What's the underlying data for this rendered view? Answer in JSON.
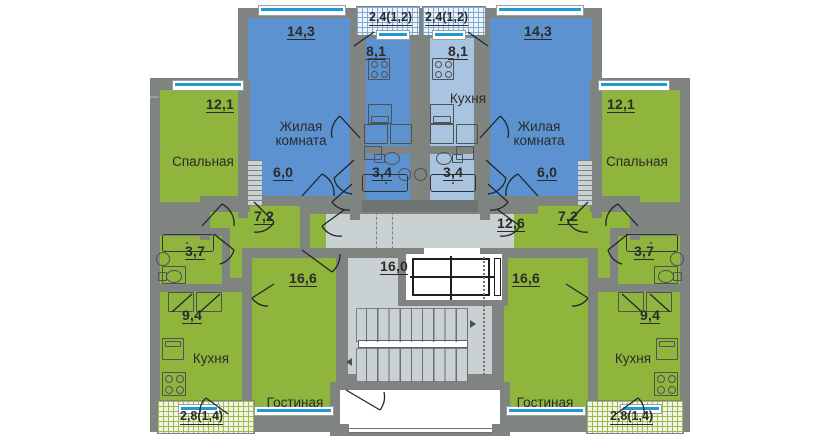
{
  "plan": {
    "title": "Floor plan",
    "colors": {
      "living_blue": "#5b92cf",
      "kitchen_blue_light": "#a8c4e0",
      "bedroom_green": "#8fb53c",
      "corridor_gray": "#c9d1d3",
      "wall_gray": "#808481",
      "window_blue": "#1f9ad6"
    },
    "room_names": {
      "living": "Жилая\nкомната",
      "living_line1": "Жилая",
      "living_line2": "комната",
      "bedroom": "Спальная",
      "kitchen": "Кухня",
      "lounge": "Гостиная"
    },
    "apartments": {
      "top_left": {
        "type": "2-room",
        "rooms": [
          {
            "name": "Жилая комната",
            "area": "14,3"
          },
          {
            "name": "",
            "area": "6,0"
          },
          {
            "name": "Спальная",
            "area": "12,1"
          },
          {
            "name": "",
            "area": "8,1"
          },
          {
            "name": "",
            "area": "3,4"
          },
          {
            "name": "",
            "area": "7,2"
          },
          {
            "name": "",
            "area": "2,4(1,2)"
          }
        ]
      },
      "top_right": {
        "type": "2-room",
        "rooms": [
          {
            "name": "Жилая комната",
            "area": "14,3"
          },
          {
            "name": "",
            "area": "6,0"
          },
          {
            "name": "Спальная",
            "area": "12,1"
          },
          {
            "name": "Кухня",
            "area": "8,1"
          },
          {
            "name": "",
            "area": "3,4"
          },
          {
            "name": "",
            "area": "7,2"
          },
          {
            "name": "",
            "area": "2,4(1,2)"
          }
        ]
      },
      "bottom_left": {
        "type": "2-room",
        "rooms": [
          {
            "name": "Гостиная",
            "area": "16,6"
          },
          {
            "name": "Кухня",
            "area": "9,4"
          },
          {
            "name": "",
            "area": "3,7"
          },
          {
            "name": "",
            "area": "7,2"
          },
          {
            "name": "",
            "area": "2,8(1,4)"
          }
        ]
      },
      "bottom_right": {
        "type": "2-room",
        "rooms": [
          {
            "name": "Гостиная",
            "area": "16,6"
          },
          {
            "name": "Кухня",
            "area": "9,4"
          },
          {
            "name": "",
            "area": "3,7"
          },
          {
            "name": "",
            "area": "7,2"
          },
          {
            "name": "",
            "area": "2,8(1,4)"
          }
        ]
      }
    },
    "common": {
      "hall_area": "12,6",
      "stair_area": "16,0"
    },
    "labels": {
      "a_14_3_left": "14,3",
      "a_14_3_right": "14,3",
      "a_12_1_left": "12,1",
      "a_12_1_right": "12,1",
      "a_6_0_left": "6,0",
      "a_6_0_right": "6,0",
      "a_8_1_left": "8,1",
      "a_8_1_right": "8,1",
      "a_3_4_left": "3,4",
      "a_3_4_right": "3,4",
      "a_7_2_left": "7,2",
      "a_7_2_right": "7,2",
      "a_16_6_left": "16,6",
      "a_16_6_right": "16,6",
      "a_9_4_left": "9,4",
      "a_9_4_right": "9,4",
      "a_3_7_left": "3,7",
      "a_3_7_right": "3,7",
      "balc_24_left": "2,4(1,2)",
      "balc_24_right": "2,4(1,2)",
      "balc_28_left": "2,8(1,4)",
      "balc_28_right": "2,8(1,4)",
      "hall_12_6": "12,6",
      "stair_16_0": "16,0",
      "name_living_l1_left": "Жилая",
      "name_living_l2_left": "комната",
      "name_living_l1_right": "Жилая",
      "name_living_l2_right": "комната",
      "name_bedroom_left": "Спальная",
      "name_bedroom_right": "Спальная",
      "name_kitchen_top_right": "Кухня",
      "name_kitchen_bottom_left": "Кухня",
      "name_kitchen_bottom_right": "Кухня",
      "name_lounge_left": "Гостиная",
      "name_lounge_right": "Гостиная"
    }
  }
}
